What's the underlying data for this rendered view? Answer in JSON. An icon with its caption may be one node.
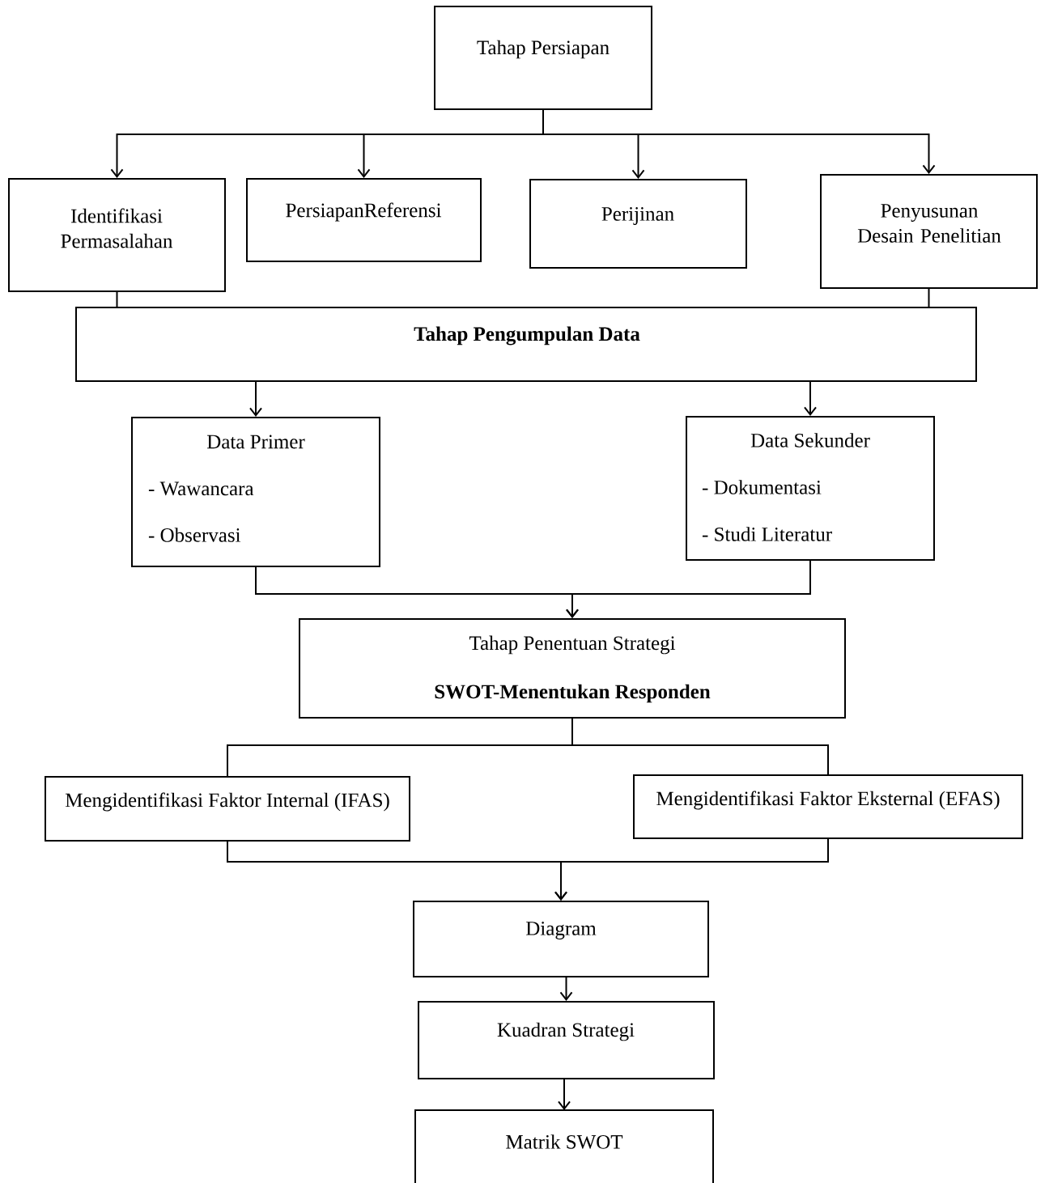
{
  "diagram": {
    "nodes": [
      {
        "text": [
          "Tahap Persiapan"
        ]
      },
      {
        "text": [
          "Identifikasi Permasalahan"
        ]
      },
      {
        "text": [
          "PersiapanReferensi"
        ]
      },
      {
        "text": [
          "Perijinan"
        ]
      },
      {
        "text": [
          "Penyusunan Desain Penelitian"
        ]
      },
      {
        "text": [
          "Tahap Pengumpulan Data"
        ]
      },
      {
        "text": [
          "Data Primer",
          "- Wawancara",
          "- Observasi"
        ]
      },
      {
        "text": [
          "Data Sekunder",
          "- Dokumentasi",
          "- Studi Literatur"
        ]
      },
      {
        "text": [
          "Tahap Penentuan Strategi",
          "SWOT-Menentukan Responden"
        ]
      },
      {
        "text": [
          "Mengidentifikasi Faktor Internal (IFAS)"
        ]
      },
      {
        "text": [
          "Mengidentifikasi Faktor Eksternal (EFAS)"
        ]
      },
      {
        "text": [
          "Diagram"
        ]
      },
      {
        "text": [
          "Kuadran Strategi"
        ]
      },
      {
        "text": [
          "Matrik SWOT"
        ]
      }
    ],
    "edges": [
      {
        "from": 0,
        "to": 1,
        "arrow": "to"
      },
      {
        "from": 0,
        "to": 2,
        "arrow": "to"
      },
      {
        "from": 0,
        "to": 3,
        "arrow": "to"
      },
      {
        "from": 0,
        "to": 4,
        "arrow": "to"
      },
      {
        "from": 1,
        "to": 5,
        "arrow": "none"
      },
      {
        "from": 4,
        "to": 5,
        "arrow": "none"
      },
      {
        "from": 5,
        "to": 6,
        "arrow": "to"
      },
      {
        "from": 5,
        "to": 7,
        "arrow": "to"
      },
      {
        "from": 6,
        "to": 8,
        "arrow": "to"
      },
      {
        "from": 7,
        "to": 8,
        "arrow": "to"
      },
      {
        "from": 8,
        "to": 9,
        "arrow": "none"
      },
      {
        "from": 8,
        "to": 10,
        "arrow": "none"
      },
      {
        "from": 9,
        "to": 11,
        "arrow": "to"
      },
      {
        "from": 10,
        "to": 11,
        "arrow": "to"
      },
      {
        "from": 11,
        "to": 12,
        "arrow": "to"
      },
      {
        "from": 12,
        "to": 13,
        "arrow": "to"
      }
    ]
  }
}
